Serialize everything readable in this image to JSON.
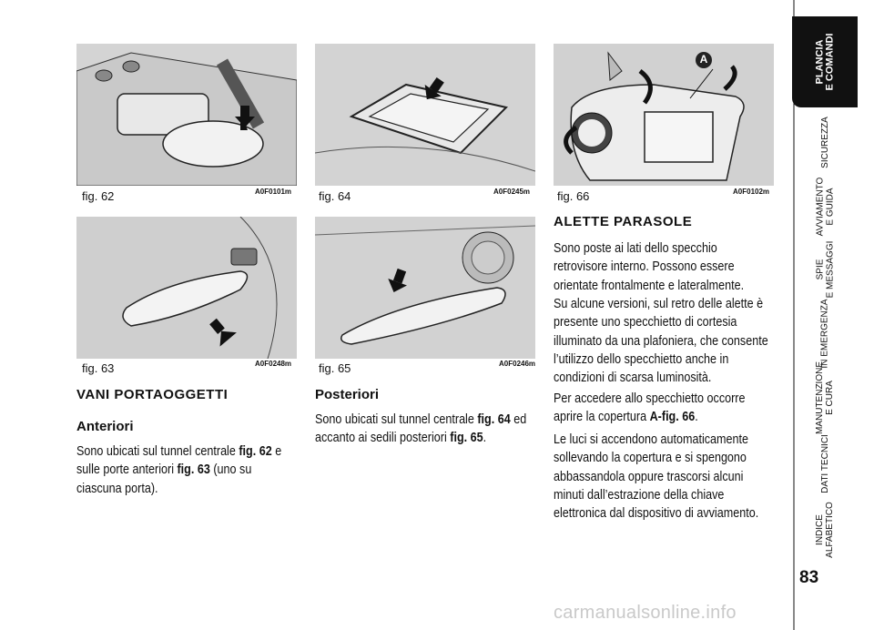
{
  "figures": [
    {
      "caption": "fig. 62",
      "code": "A0F0101m"
    },
    {
      "caption": "fig. 63",
      "code": "A0F0248m"
    },
    {
      "caption": "fig. 64",
      "code": "A0F0245m"
    },
    {
      "caption": "fig. 65",
      "code": "A0F0246m"
    },
    {
      "caption": "fig. 66",
      "code": "A0F0102m",
      "callout": "A"
    }
  ],
  "col1": {
    "heading": "VANI PORTAOGGETTI",
    "subheading": "Anteriori",
    "p1a": "Sono ubicati sul tunnel centrale ",
    "p1b": "fig. 62",
    "p1c": " e sulle porte anteriori ",
    "p1d": "fig. 63",
    "p1e": " (uno su ciascuna porta)."
  },
  "col2": {
    "subheading": "Posteriori",
    "p1a": "Sono ubicati sul tunnel centrale ",
    "p1b": "fig. 64",
    "p1c": " ed accanto ai sedili posteriori ",
    "p1d": "fig. 65",
    "p1e": "."
  },
  "col3": {
    "heading": "ALETTE PARASOLE",
    "p1": "Sono poste ai lati dello specchio retrovisore interno. Possono essere orientate frontalmente e lateralmente.",
    "p2": "Su alcune versioni, sul retro delle alette è presente uno specchietto di cortesia illuminato da una plafoniera, che consente l’utilizzo dello specchietto anche in condizioni di scarsa luminosità.",
    "p3a": "Per accedere allo specchietto occorre aprire la copertura ",
    "p3b": "A-fig. 66",
    "p3c": ".",
    "p4": "Le luci si accendono automaticamente sollevando la copertura e si spengono abbassandola oppure trascorsi alcuni minuti dall’estrazione della chiave elettronica dal dispositivo di avviamento."
  },
  "sidebar": {
    "tabs": [
      {
        "label": "PLANCIA\nE COMANDI",
        "active": true
      },
      {
        "label": "SICUREZZA"
      },
      {
        "label": "AVVIAMENTO\nE GUIDA"
      },
      {
        "label": "SPIE\nE MESSAGGI"
      },
      {
        "label": "IN EMERGENZA"
      },
      {
        "label": "MANUTENZIONE\nE CURA"
      },
      {
        "label": "DATI TECNICI"
      },
      {
        "label": "INDICE\nALFABETICO"
      }
    ],
    "page_number": "83"
  },
  "watermark": "carmanualsonline.info"
}
